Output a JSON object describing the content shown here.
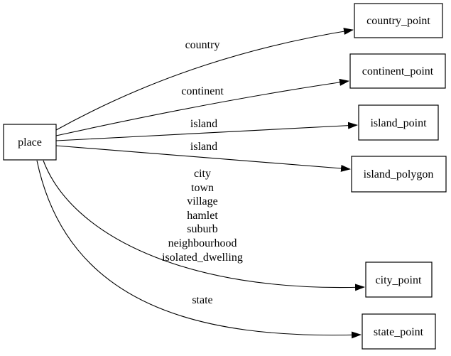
{
  "graph": {
    "type": "directed-graph",
    "colors": {
      "background": "#ffffff",
      "node_fill": "#ffffff",
      "node_border": "#000000",
      "edge": "#000000",
      "text": "#000000"
    },
    "nodes": [
      {
        "id": "place",
        "label": "place"
      },
      {
        "id": "country_point",
        "label": "country_point"
      },
      {
        "id": "continent_point",
        "label": "continent_point"
      },
      {
        "id": "island_point",
        "label": "island_point"
      },
      {
        "id": "island_polygon",
        "label": "island_polygon"
      },
      {
        "id": "city_point",
        "label": "city_point"
      },
      {
        "id": "state_point",
        "label": "state_point"
      }
    ],
    "edges": [
      {
        "from": "place",
        "to": "country_point",
        "label": "country"
      },
      {
        "from": "place",
        "to": "continent_point",
        "label": "continent"
      },
      {
        "from": "place",
        "to": "island_point",
        "label": "island"
      },
      {
        "from": "place",
        "to": "island_polygon",
        "label": "island"
      },
      {
        "from": "place",
        "to": "city_point",
        "label_lines": [
          "city",
          "town",
          "village",
          "hamlet",
          "suburb",
          "neighbourhood",
          "isolated_dwelling"
        ]
      },
      {
        "from": "place",
        "to": "state_point",
        "label": "state"
      }
    ]
  }
}
